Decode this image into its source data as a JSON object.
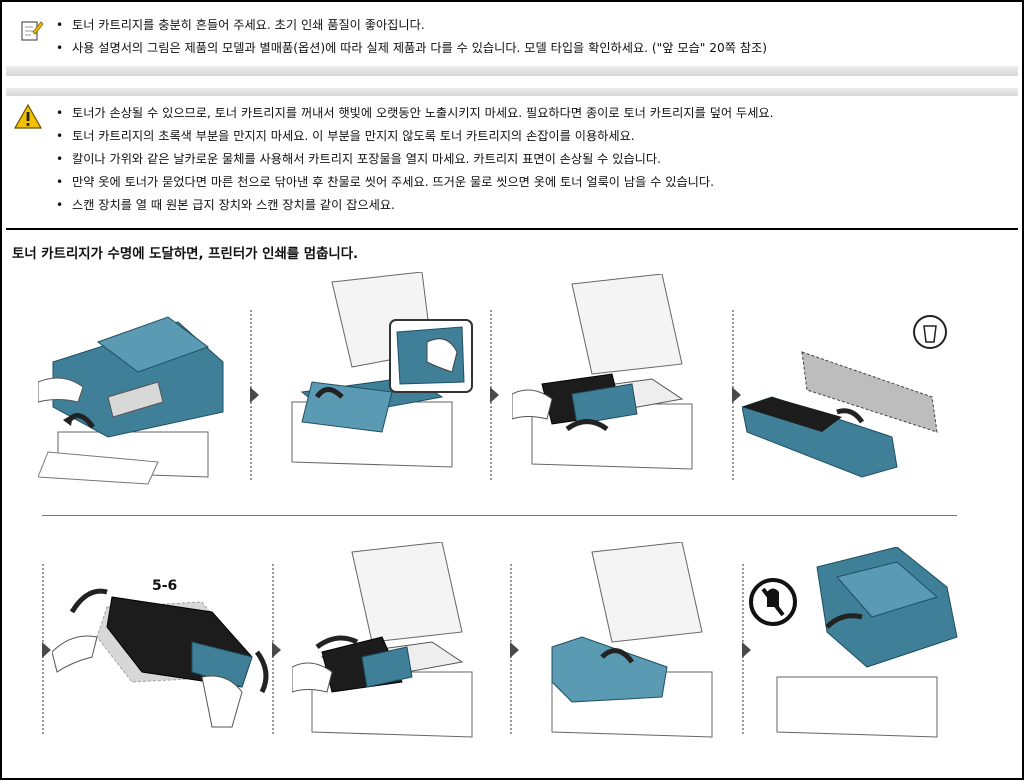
{
  "notes": {
    "info_icon": "pencil-note-icon",
    "info_items": [
      "토너 카트리지를 충분히 흔들어 주세요. 초기 인쇄 품질이 좋아집니다.",
      "사용 설명서의 그림은 제품의 모델과 별매품(옵션)에 따라 실제 제품과 다를 수 있습니다. 모델 타입을 확인하세요. (\"앞 모습\" 20쪽 참조)"
    ],
    "warning_icon": "warning-triangle-icon",
    "warning_items": [
      "토너가 손상될 수 있으므로, 토너 카트리지를 꺼내서 햇빛에 오랫동안 노출시키지 마세요. 필요하다면 종이로 토너 카트리지를 덮어 두세요.",
      "토너 카트리지의 초록색 부분을 만지지 마세요. 이 부분을 만지지 않도록 토너 카트리지의 손잡이를 이용하세요.",
      "칼이나 가위와 같은 날카로운 물체를 사용해서 카트리지 포장물을 열지 마세요. 카트리지 표면이 손상될 수 있습니다.",
      "만약 옷에 토너가 묻었다면 마른 천으로 닦아낸 후 찬물로 씻어 주세요. 뜨거운 물로 씻으면 옷에 토너 얼룩이 남을 수 있습니다.",
      "스캔 장치를 열 때 원본 급지 장치와 스캔 장치를 같이 잡으세요."
    ]
  },
  "intro": "토너 카트리지가 수명에 도달하면, 프린터가 인쇄를 멈춥니다.",
  "steps": {
    "shake_label": "5-6",
    "icons": [
      "recycle-bin-icon",
      "no-touch-hand-icon"
    ]
  },
  "colors": {
    "accent": "#3f7f98",
    "accent_dark": "#1f4f63",
    "warning": "#f2c200"
  }
}
